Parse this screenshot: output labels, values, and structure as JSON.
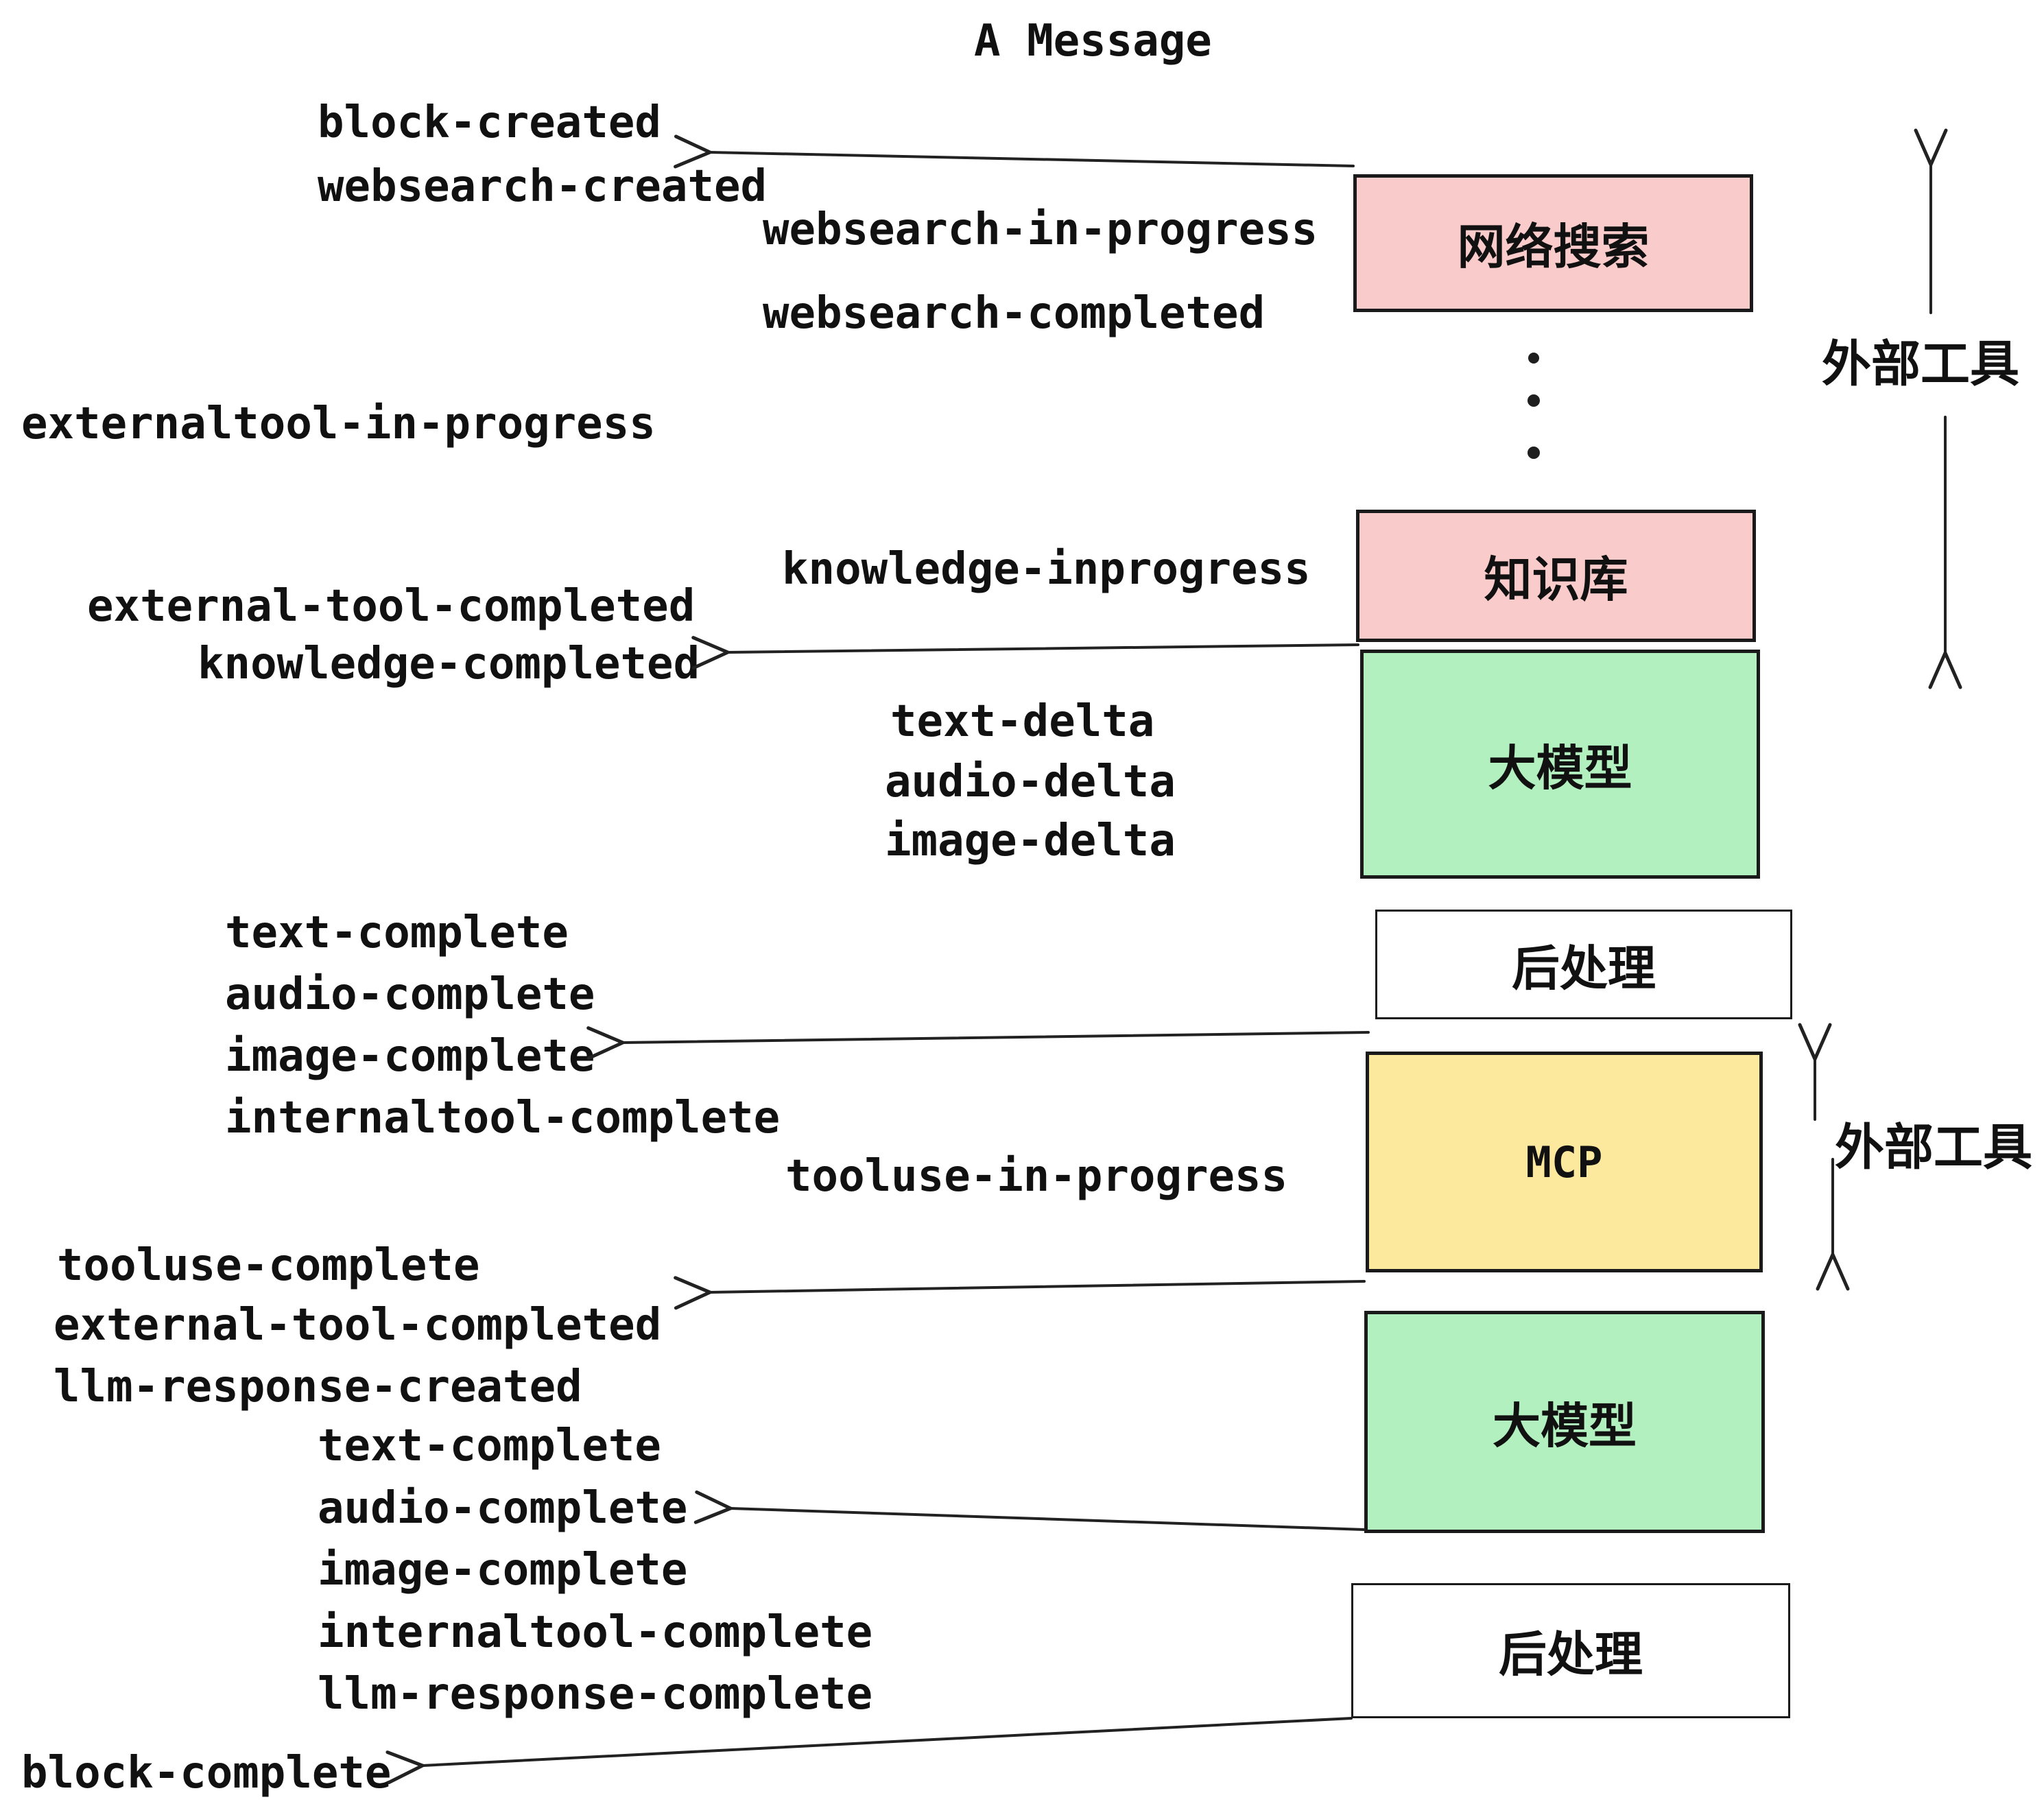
{
  "title": "A Message",
  "colors": {
    "pink": "#FACBCB",
    "green": "#B3F0C0",
    "yellow": "#FCE99D",
    "white": "#FFFFFF",
    "line": "#222222",
    "ink": "#111111"
  },
  "boxes": [
    {
      "label": "网络搜索"
    },
    {
      "label": "知识库"
    },
    {
      "label": "大模型"
    },
    {
      "label": "后处理"
    },
    {
      "label": "MCP"
    },
    {
      "label": "大模型"
    },
    {
      "label": "后处理"
    }
  ],
  "side_labels": [
    {
      "text": "外部工具"
    },
    {
      "text": "外部工具"
    }
  ],
  "events": [
    {
      "text": "block-created"
    },
    {
      "text": "websearch-created"
    },
    {
      "text": "websearch-in-progress"
    },
    {
      "text": "websearch-completed"
    },
    {
      "text": "externaltool-in-progress"
    },
    {
      "text": "knowledge-inprogress"
    },
    {
      "text": "external-tool-completed"
    },
    {
      "text": "knowledge-completed"
    },
    {
      "text": "text-delta"
    },
    {
      "text": "audio-delta"
    },
    {
      "text": "image-delta"
    },
    {
      "text": "text-complete"
    },
    {
      "text": "audio-complete"
    },
    {
      "text": "image-complete"
    },
    {
      "text": "internaltool-complete"
    },
    {
      "text": "tooluse-in-progress"
    },
    {
      "text": "tooluse-complete"
    },
    {
      "text": "external-tool-completed"
    },
    {
      "text": "llm-response-created"
    },
    {
      "text": "text-complete"
    },
    {
      "text": "audio-complete"
    },
    {
      "text": "image-complete"
    },
    {
      "text": "internaltool-complete"
    },
    {
      "text": "llm-response-complete"
    },
    {
      "text": "block-complete"
    }
  ]
}
